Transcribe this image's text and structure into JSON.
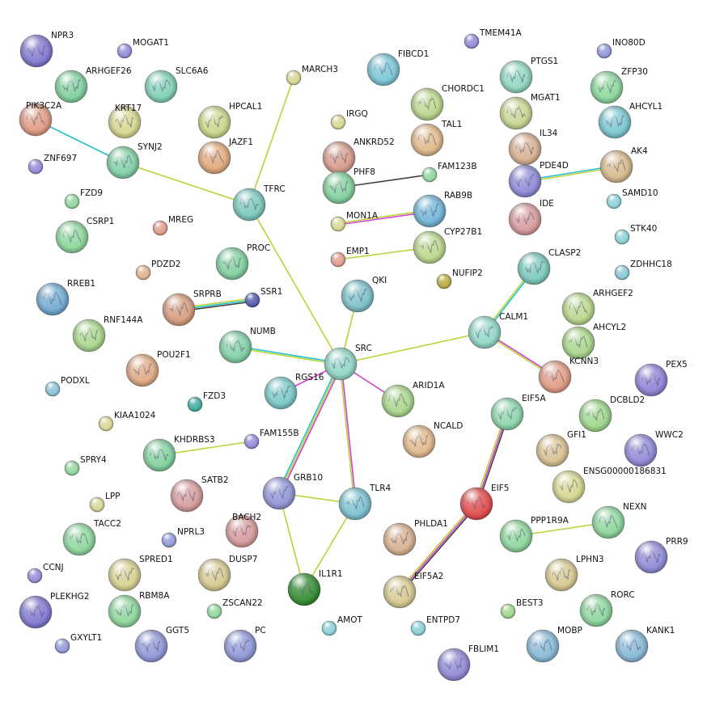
{
  "network": {
    "nodes": [
      {
        "id": "NPR3",
        "label": "NPR3",
        "color": "#7d76cf",
        "structure": true
      },
      {
        "id": "MOGAT1",
        "label": "MOGAT1",
        "color": "#8d88d6",
        "structure": false
      },
      {
        "id": "TMEM41A",
        "label": "TMEM41A",
        "color": "#8d88d6",
        "structure": false
      },
      {
        "id": "INO80D",
        "label": "INO80D",
        "color": "#8f93d8",
        "structure": false
      },
      {
        "id": "ARHGEF26",
        "label": "ARHGEF26",
        "color": "#7fcf9c",
        "structure": true
      },
      {
        "id": "SLC6A6",
        "label": "SLC6A6",
        "color": "#7fcfb6",
        "structure": true
      },
      {
        "id": "FIBCD1",
        "label": "FIBCD1",
        "color": "#79c4d6",
        "structure": true
      },
      {
        "id": "PTGS1",
        "label": "PTGS1",
        "color": "#8ed6c0",
        "structure": true
      },
      {
        "id": "ZFP30",
        "label": "ZFP30",
        "color": "#8cd69b",
        "structure": true
      },
      {
        "id": "MARCH3",
        "label": "MARCH3",
        "color": "#d6d68f",
        "structure": false
      },
      {
        "id": "PIK3C2A",
        "label": "PIK3C2A",
        "color": "#e09a82",
        "structure": true
      },
      {
        "id": "KRT17",
        "label": "KRT17",
        "color": "#d6d68f",
        "structure": true
      },
      {
        "id": "HPCAL1",
        "label": "HPCAL1",
        "color": "#c8d68a",
        "structure": true
      },
      {
        "id": "CHORDC1",
        "label": "CHORDC1",
        "color": "#b8d68a",
        "structure": true
      },
      {
        "id": "MGAT1",
        "label": "MGAT1",
        "color": "#c6d690",
        "structure": true
      },
      {
        "id": "AHCYL1",
        "label": "AHCYL1",
        "color": "#79c6d0",
        "structure": true
      },
      {
        "id": "IRGQ",
        "label": "IRGQ",
        "color": "#d6d68f",
        "structure": false
      },
      {
        "id": "TAL1",
        "label": "TAL1",
        "color": "#e0b88a",
        "structure": true
      },
      {
        "id": "IL34",
        "label": "IL34",
        "color": "#d6b08f",
        "structure": true
      },
      {
        "id": "ZNF697",
        "label": "ZNF697",
        "color": "#8d88d6",
        "structure": false
      },
      {
        "id": "SYNJ2",
        "label": "SYNJ2",
        "color": "#7fcfa6",
        "structure": true
      },
      {
        "id": "JAZF1",
        "label": "JAZF1",
        "color": "#e0a87a",
        "structure": true
      },
      {
        "id": "ANKRD52",
        "label": "ANKRD52",
        "color": "#d69a8a",
        "structure": true
      },
      {
        "id": "PDE4D",
        "label": "PDE4D",
        "color": "#8d88d6",
        "structure": true
      },
      {
        "id": "AK4",
        "label": "AK4",
        "color": "#d6b88a",
        "structure": true
      },
      {
        "id": "FAM123B",
        "label": "FAM123B",
        "color": "#8cd69b",
        "structure": false
      },
      {
        "id": "PHF8",
        "label": "PHF8",
        "color": "#7fcf9c",
        "structure": true
      },
      {
        "id": "SAMD10",
        "label": "SAMD10",
        "color": "#86d0d6",
        "structure": false
      },
      {
        "id": "FZD9",
        "label": "FZD9",
        "color": "#8cd69b",
        "structure": false
      },
      {
        "id": "TFRC",
        "label": "TFRC",
        "color": "#79c8bc",
        "structure": true
      },
      {
        "id": "RAB9B",
        "label": "RAB9B",
        "color": "#6fb3d6",
        "structure": true
      },
      {
        "id": "IDE",
        "label": "IDE",
        "color": "#d69a9a",
        "structure": true
      },
      {
        "id": "CSRP1",
        "label": "CSRP1",
        "color": "#8cd69b",
        "structure": true
      },
      {
        "id": "MREG",
        "label": "MREG",
        "color": "#e09a8a",
        "structure": false
      },
      {
        "id": "MON1A",
        "label": "MON1A",
        "color": "#d6d68f",
        "structure": false
      },
      {
        "id": "CYP27B1",
        "label": "CYP27B1",
        "color": "#b8d68a",
        "structure": true
      },
      {
        "id": "STK40",
        "label": "STK40",
        "color": "#86d0d6",
        "structure": false
      },
      {
        "id": "PROC",
        "label": "PROC",
        "color": "#7fcf9c",
        "structure": true
      },
      {
        "id": "PDZD2",
        "label": "PDZD2",
        "color": "#e0b08a",
        "structure": false
      },
      {
        "id": "EMP1",
        "label": "EMP1",
        "color": "#e09a8a",
        "structure": false
      },
      {
        "id": "NUFIP2",
        "label": "NUFIP2",
        "color": "#b8a83a",
        "structure": false
      },
      {
        "id": "CLASP2",
        "label": "CLASP2",
        "color": "#79c8bc",
        "structure": true
      },
      {
        "id": "ZDHHC18",
        "label": "ZDHHC18",
        "color": "#86c8d6",
        "structure": false
      },
      {
        "id": "RREB1",
        "label": "RREB1",
        "color": "#6fa8cf",
        "structure": true
      },
      {
        "id": "SSR1",
        "label": "SSR1",
        "color": "#4a54a8",
        "structure": false
      },
      {
        "id": "QKI",
        "label": "QKI",
        "color": "#79c0c8",
        "structure": true
      },
      {
        "id": "SRPRB",
        "label": "SRPRB",
        "color": "#d69a7a",
        "structure": true
      },
      {
        "id": "ARHGEF2",
        "label": "ARHGEF2",
        "color": "#b8d68a",
        "structure": true
      },
      {
        "id": "RNF144A",
        "label": "RNF144A",
        "color": "#a8d68a",
        "structure": true
      },
      {
        "id": "CALM1",
        "label": "CALM1",
        "color": "#8fd6c6",
        "structure": true
      },
      {
        "id": "AHCYL2",
        "label": "AHCYL2",
        "color": "#a8d68a",
        "structure": true
      },
      {
        "id": "NUMB",
        "label": "NUMB",
        "color": "#7fcfa6",
        "structure": true
      },
      {
        "id": "POU2F1",
        "label": "POU2F1",
        "color": "#e0a882",
        "structure": true
      },
      {
        "id": "SRC",
        "label": "SRC",
        "color": "#8fd6c6",
        "structure": true
      },
      {
        "id": "KCNN3",
        "label": "KCNN3",
        "color": "#e09a82",
        "structure": true
      },
      {
        "id": "PEX5",
        "label": "PEX5",
        "color": "#8d80d6",
        "structure": true
      },
      {
        "id": "RGS16",
        "label": "RGS16",
        "color": "#79c8c8",
        "structure": true
      },
      {
        "id": "PODXL",
        "label": "PODXL",
        "color": "#86c0d6",
        "structure": false
      },
      {
        "id": "ARID1A",
        "label": "ARID1A",
        "color": "#a8d68a",
        "structure": true
      },
      {
        "id": "FZD3",
        "label": "FZD3",
        "color": "#3aa8a0",
        "structure": false
      },
      {
        "id": "EIF5A",
        "label": "EIF5A",
        "color": "#8cd6aa",
        "structure": true
      },
      {
        "id": "DCBLD2",
        "label": "DCBLD2",
        "color": "#9cd68a",
        "structure": true
      },
      {
        "id": "KIAA1024",
        "label": "KIAA1024",
        "color": "#d6d68f",
        "structure": false
      },
      {
        "id": "NCALD",
        "label": "NCALD",
        "color": "#e0b88a",
        "structure": true
      },
      {
        "id": "GFI1",
        "label": "GFI1",
        "color": "#d6c08f",
        "structure": true
      },
      {
        "id": "WWC2",
        "label": "WWC2",
        "color": "#8d88d6",
        "structure": true
      },
      {
        "id": "KHDRBS3",
        "label": "KHDRBS3",
        "color": "#7fcf9c",
        "structure": true
      },
      {
        "id": "FAM155B",
        "label": "FAM155B",
        "color": "#8d88d6",
        "structure": false
      },
      {
        "id": "ENSG00000186831",
        "label": "ENSG00000186831",
        "color": "#d6d690",
        "structure": true
      },
      {
        "id": "SPRY4",
        "label": "SPRY4",
        "color": "#8cd69b",
        "structure": false
      },
      {
        "id": "SATB2",
        "label": "SATB2",
        "color": "#d69a9a",
        "structure": true
      },
      {
        "id": "GRB10",
        "label": "GRB10",
        "color": "#8f94d6",
        "structure": true
      },
      {
        "id": "TLR4",
        "label": "TLR4",
        "color": "#79c0cf",
        "structure": true
      },
      {
        "id": "EIF5",
        "label": "EIF5",
        "color": "#e04848",
        "structure": true
      },
      {
        "id": "LPP",
        "label": "LPP",
        "color": "#d6d68f",
        "structure": false
      },
      {
        "id": "BACH2",
        "label": "BACH2",
        "color": "#d69a9a",
        "structure": true
      },
      {
        "id": "TACC2",
        "label": "TACC2",
        "color": "#8cd69b",
        "structure": true
      },
      {
        "id": "NPRL3",
        "label": "NPRL3",
        "color": "#8d96d6",
        "structure": false
      },
      {
        "id": "PHLDA1",
        "label": "PHLDA1",
        "color": "#d6b08f",
        "structure": true
      },
      {
        "id": "PPP1R9A",
        "label": "PPP1R9A",
        "color": "#8cd69b",
        "structure": true
      },
      {
        "id": "NEXN",
        "label": "NEXN",
        "color": "#8cd69b",
        "structure": true
      },
      {
        "id": "PRR9",
        "label": "PRR9",
        "color": "#8d88d6",
        "structure": true
      },
      {
        "id": "SPRED1",
        "label": "SPRED1",
        "color": "#d6d08f",
        "structure": true
      },
      {
        "id": "DUSP7",
        "label": "DUSP7",
        "color": "#d6c890",
        "structure": true
      },
      {
        "id": "IL1R1",
        "label": "IL1R1",
        "color": "#2e8a2e",
        "structure": true
      },
      {
        "id": "LPHN3",
        "label": "LPHN3",
        "color": "#d6c890",
        "structure": true
      },
      {
        "id": "CCNJ",
        "label": "CCNJ",
        "color": "#8d88d6",
        "structure": false
      },
      {
        "id": "EIF5A2",
        "label": "EIF5A2",
        "color": "#d6c890",
        "structure": true
      },
      {
        "id": "PLEKHG2",
        "label": "PLEKHG2",
        "color": "#7d76cf",
        "structure": true
      },
      {
        "id": "RBM8A",
        "label": "RBM8A",
        "color": "#8cd69b",
        "structure": true
      },
      {
        "id": "ZSCAN22",
        "label": "ZSCAN22",
        "color": "#8cd69b",
        "structure": false
      },
      {
        "id": "BEST3",
        "label": "BEST3",
        "color": "#9cd68a",
        "structure": false
      },
      {
        "id": "RORC",
        "label": "RORC",
        "color": "#8cd69b",
        "structure": true
      },
      {
        "id": "AMOT",
        "label": "AMOT",
        "color": "#86d0d6",
        "structure": false
      },
      {
        "id": "ENTPD7",
        "label": "ENTPD7",
        "color": "#86d0d6",
        "structure": false
      },
      {
        "id": "GXYLT1",
        "label": "GXYLT1",
        "color": "#8d96d6",
        "structure": false
      },
      {
        "id": "GGT5",
        "label": "GGT5",
        "color": "#8d96d6",
        "structure": true
      },
      {
        "id": "PC",
        "label": "PC",
        "color": "#8d96d6",
        "structure": true
      },
      {
        "id": "MOBP",
        "label": "MOBP",
        "color": "#86b8d6",
        "structure": true
      },
      {
        "id": "KANK1",
        "label": "KANK1",
        "color": "#86b8d6",
        "structure": true
      },
      {
        "id": "FBLIM1",
        "label": "FBLIM1",
        "color": "#8d88d6",
        "structure": true
      }
    ],
    "edges": [
      {
        "source": "PIK3C2A",
        "target": "SYNJ2",
        "colors": [
          "#20c0c8"
        ]
      },
      {
        "source": "SYNJ2",
        "target": "TFRC",
        "colors": [
          "#b8d43a"
        ]
      },
      {
        "source": "MARCH3",
        "target": "TFRC",
        "colors": [
          "#b8d43a"
        ]
      },
      {
        "source": "TFRC",
        "target": "SRC",
        "colors": [
          "#b8d43a"
        ]
      },
      {
        "source": "PHF8",
        "target": "FAM123B",
        "colors": [
          "#404040"
        ]
      },
      {
        "source": "MON1A",
        "target": "RAB9B",
        "colors": [
          "#b8d43a",
          "#d040c8"
        ]
      },
      {
        "source": "EMP1",
        "target": "CYP27B1",
        "colors": [
          "#b8d43a"
        ]
      },
      {
        "source": "PDE4D",
        "target": "AK4",
        "colors": [
          "#20c0c8",
          "#b8d43a"
        ]
      },
      {
        "source": "SRPRB",
        "target": "SSR1",
        "colors": [
          "#b8d43a",
          "#20c0c8",
          "#404040"
        ]
      },
      {
        "source": "QKI",
        "target": "SRC",
        "colors": [
          "#b8d43a"
        ]
      },
      {
        "source": "NUMB",
        "target": "SRC",
        "colors": [
          "#20c0c8",
          "#b8d43a"
        ]
      },
      {
        "source": "RGS16",
        "target": "SRC",
        "colors": [
          "#d040c8"
        ]
      },
      {
        "source": "SRC",
        "target": "ARID1A",
        "colors": [
          "#d040c8"
        ]
      },
      {
        "source": "SRC",
        "target": "CALM1",
        "colors": [
          "#b8d43a"
        ]
      },
      {
        "source": "CLASP2",
        "target": "CALM1",
        "colors": [
          "#20c0c8",
          "#b8d43a"
        ]
      },
      {
        "source": "CALM1",
        "target": "KCNN3",
        "colors": [
          "#d040c8",
          "#b8d43a"
        ]
      },
      {
        "source": "SRC",
        "target": "GRB10",
        "colors": [
          "#d040c8",
          "#b8d43a",
          "#20c0c8"
        ]
      },
      {
        "source": "SRC",
        "target": "TLR4",
        "colors": [
          "#d040c8",
          "#b8d43a"
        ]
      },
      {
        "source": "KHDRBS3",
        "target": "FAM155B",
        "colors": [
          "#b8d43a"
        ]
      },
      {
        "source": "GRB10",
        "target": "TLR4",
        "colors": [
          "#b8d43a"
        ]
      },
      {
        "source": "GRB10",
        "target": "IL1R1",
        "colors": [
          "#b8d43a"
        ]
      },
      {
        "source": "TLR4",
        "target": "IL1R1",
        "colors": [
          "#b8d43a"
        ]
      },
      {
        "source": "EIF5A",
        "target": "EIF5",
        "colors": [
          "#404040",
          "#d040c8",
          "#b8d43a"
        ]
      },
      {
        "source": "EIF5",
        "target": "EIF5A2",
        "colors": [
          "#404040",
          "#d040c8",
          "#b8d43a"
        ]
      },
      {
        "source": "PPP1R9A",
        "target": "NEXN",
        "colors": [
          "#b8d43a"
        ]
      }
    ]
  }
}
